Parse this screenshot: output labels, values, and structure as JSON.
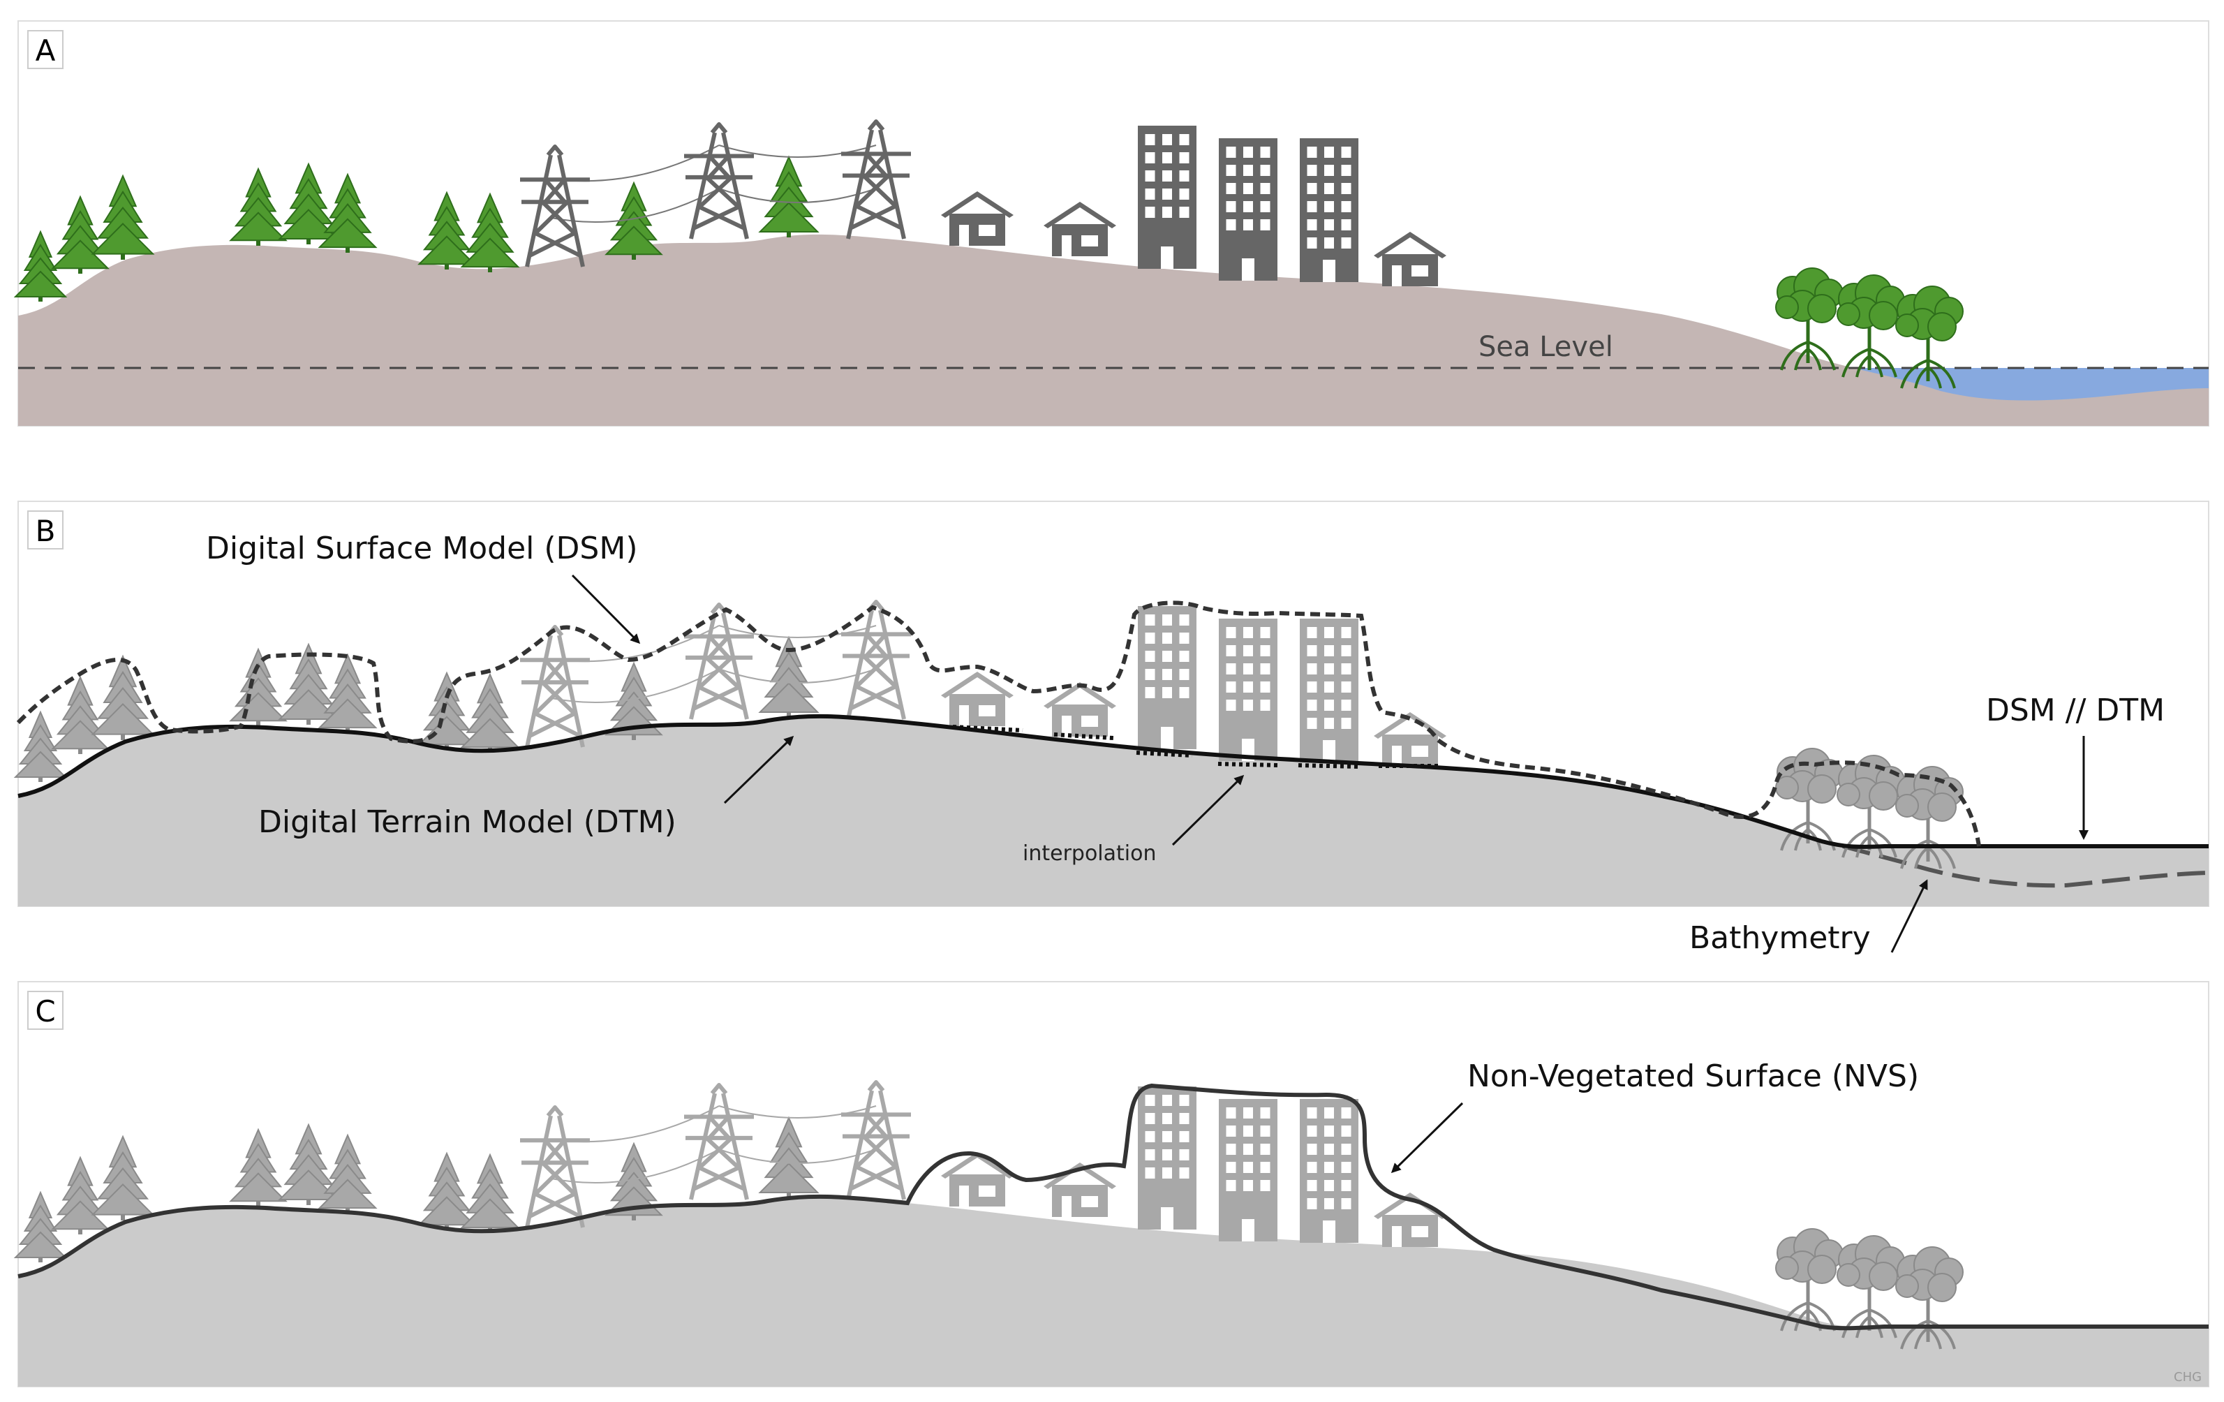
{
  "panels": [
    {
      "letter": "A"
    },
    {
      "letter": "B"
    },
    {
      "letter": "C"
    }
  ],
  "labels": {
    "sea_level": "Sea Level",
    "dsm": "Digital Surface Model (DSM)",
    "dtm": "Digital Terrain Model (DTM)",
    "interpolation": "interpolation",
    "dsm_dtm": "DSM // DTM",
    "bathymetry": "Bathymetry",
    "nvs": "Non-Vegetated Surface (NVS)",
    "credit": "CHG"
  },
  "colors": {
    "land_a": "#c4b6b4",
    "water_a": "#87a9df",
    "land_bc": "#cbcbcb",
    "water_bc": "#b3b3b3",
    "tree_a": "#4f9a2f",
    "tree_dark": "#2e6e1b",
    "object_a": "#666666",
    "object_bc": "#a8a8a8",
    "outline": "#333333"
  }
}
